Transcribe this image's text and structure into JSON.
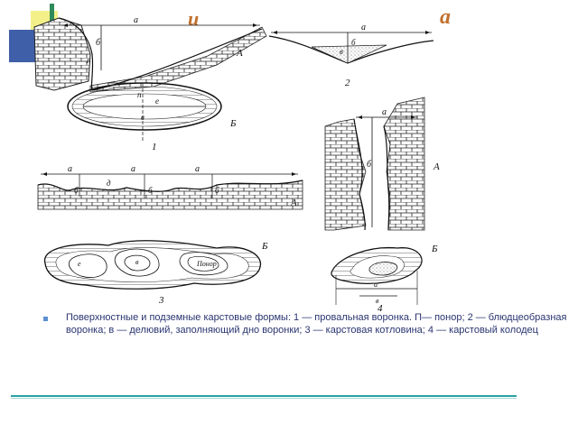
{
  "slide": {
    "title_fragment_left": "и",
    "title_fragment_right": "а",
    "caption": "Поверхностные и подземные карстовые формы: 1 — провальная воронка. П— понор; 2 — блюдцеобразная воронка; в — делювий, заполняющий дно воронки; 3 — карстовая котловина; 4 — карстовый колодец"
  },
  "figure": {
    "fig1": {
      "number": "1",
      "view_A": "А",
      "view_B": "Б",
      "a": "а",
      "b": "б",
      "p": "п",
      "e": "е",
      "v": "в"
    },
    "fig2": {
      "number": "2",
      "a": "а",
      "b": "б",
      "v": "в"
    },
    "fig3": {
      "number": "3",
      "view_A": "А",
      "view_B": "Б",
      "a": "а",
      "b": "б",
      "d": "д",
      "e": "е",
      "v": "в",
      "ponor": "Понор"
    },
    "fig4": {
      "number": "4",
      "view_A": "А",
      "view_B": "Б",
      "a": "а",
      "b": "б",
      "v": "в"
    }
  },
  "colors": {
    "accent_title": "#c1702e",
    "caption_text": "#2a3470",
    "footer_line": "#2aa1a6",
    "bullet": "#5b8fd0"
  }
}
